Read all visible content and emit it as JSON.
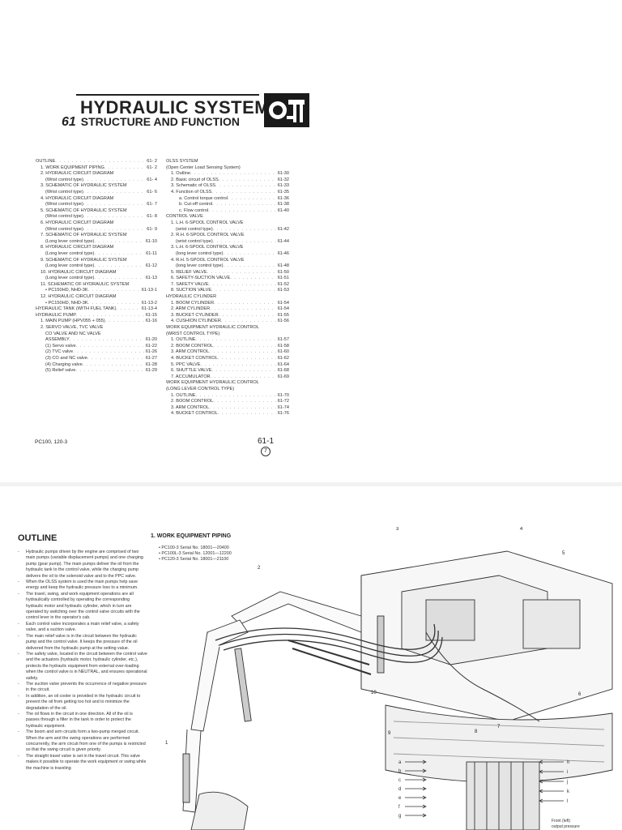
{
  "page1": {
    "title": "HYDRAULIC SYSTEM",
    "section_number": "61",
    "section_title": "STRUCTURE AND FUNCTION",
    "toc_left": [
      {
        "label": "OUTLINE",
        "page": "61- 2",
        "ind": 0
      },
      {
        "label": "1. WORK EQUIPMENT PIPING",
        "page": "61- 2",
        "ind": 1
      },
      {
        "label": "2. HYDRAULIC CIRCUIT DIAGRAM",
        "page": "",
        "ind": 1
      },
      {
        "label": "(Wrist control type)",
        "page": "61- 4",
        "ind": 2
      },
      {
        "label": "3. SCHEMATIC OF HYDRAULIC SYSTEM",
        "page": "",
        "ind": 1
      },
      {
        "label": "(Wrist control type)",
        "page": "61- 6",
        "ind": 2
      },
      {
        "label": "4. HYDRAULIC CIRCUIT DIAGRAM",
        "page": "",
        "ind": 1
      },
      {
        "label": "(Wrist control type)",
        "page": "61- 7",
        "ind": 2
      },
      {
        "label": "5. SCHEMATIC OF HYDRAULIC SYSTEM",
        "page": "",
        "ind": 1
      },
      {
        "label": "(Wrist control type)",
        "page": "61- 8",
        "ind": 2
      },
      {
        "label": "6. HYDRAULIC CIRCUIT DIAGRAM",
        "page": "",
        "ind": 1
      },
      {
        "label": "(Wrist control type)",
        "page": "61- 9",
        "ind": 2
      },
      {
        "label": "7. SCHEMATIC OF HYDRAULIC SYSTEM",
        "page": "",
        "ind": 1
      },
      {
        "label": "(Long lever control type)",
        "page": "61-10",
        "ind": 2
      },
      {
        "label": "8. HYDRAULIC CIRCUIT DIAGRAM",
        "page": "",
        "ind": 1
      },
      {
        "label": "(Long lever control type)",
        "page": "61-11",
        "ind": 2
      },
      {
        "label": "9. SCHEMATIC OF HYDRAULIC SYSTEM",
        "page": "",
        "ind": 1
      },
      {
        "label": "(Long lever control type)",
        "page": "61-12",
        "ind": 2
      },
      {
        "label": "10. HYDRAULIC CIRCUIT DIAGRAM",
        "page": "",
        "ind": 1
      },
      {
        "label": "(Long lever control type)",
        "page": "61-13",
        "ind": 2
      },
      {
        "label": "11. SCHEMATIC OF HYDRAULIC SYSTEM",
        "page": "",
        "ind": 1
      },
      {
        "label": "• PC150HD, NHD-3K",
        "page": "61-13-1",
        "ind": 2
      },
      {
        "label": "12. HYDRAULIC CIRCUIT DIAGRAM",
        "page": "",
        "ind": 1
      },
      {
        "label": "• PC150HD, NHD-3K",
        "page": "61-13-2",
        "ind": 2
      },
      {
        "label": "HYDRAULIC TANK (WITH FUEL TANK)",
        "page": "61-13-4",
        "ind": 0
      },
      {
        "label": "HYDRAULIC PUMP",
        "page": "61-15",
        "ind": 0
      },
      {
        "label": "1. MAIN PUMP (HPV055 + 055)",
        "page": "61-16",
        "ind": 1
      },
      {
        "label": "2. SERVO VALVE, TVC VALVE",
        "page": "",
        "ind": 1
      },
      {
        "label": "CO VALVE AND NC VALVE",
        "page": "",
        "ind": 2
      },
      {
        "label": "ASSEMBLY",
        "page": "61-20",
        "ind": 2
      },
      {
        "label": "(1) Servo valve",
        "page": "61-22",
        "ind": 2
      },
      {
        "label": "(2) TVC valve",
        "page": "61-26",
        "ind": 2
      },
      {
        "label": "(3) CO and NC valve",
        "page": "61-27",
        "ind": 2
      },
      {
        "label": "(4) Charging valve",
        "page": "61-28",
        "ind": 2
      },
      {
        "label": "(5) Relief valve",
        "page": "61-29",
        "ind": 2
      }
    ],
    "toc_right": [
      {
        "label": "OLSS SYSTEM",
        "page": "",
        "ind": 0
      },
      {
        "label": "(Open Center Load Sensing System)",
        "page": "",
        "ind": 0
      },
      {
        "label": "1. Outline",
        "page": "61-30",
        "ind": 1
      },
      {
        "label": "2. Basic circuit of OLSS",
        "page": "61-32",
        "ind": 1
      },
      {
        "label": "3. Schematic of OLSS",
        "page": "61-33",
        "ind": 1
      },
      {
        "label": "4. Function of OLSS",
        "page": "61-35",
        "ind": 1
      },
      {
        "label": "a. Control torque control",
        "page": "61-36",
        "ind": 3
      },
      {
        "label": "b. Cut-off control",
        "page": "61-38",
        "ind": 3
      },
      {
        "label": "c. Flow control",
        "page": "61-40",
        "ind": 3
      },
      {
        "label": "CONTROL VALVE",
        "page": "",
        "ind": 0
      },
      {
        "label": "1. L.H. 6-SPOOL CONTROL VALVE",
        "page": "",
        "ind": 1
      },
      {
        "label": "(wrist control type)",
        "page": "61-42",
        "ind": 2
      },
      {
        "label": "2. R.H. 6-SPOOL CONTROL VALVE",
        "page": "",
        "ind": 1
      },
      {
        "label": "(wrist control type)",
        "page": "61-44",
        "ind": 2
      },
      {
        "label": "3. L.H. 6-SPOOL CONTROL VALVE",
        "page": "",
        "ind": 1
      },
      {
        "label": "(long lever control type)",
        "page": "61-46",
        "ind": 2
      },
      {
        "label": "4. R.H. 5-SPOOL CONTROL VALVE",
        "page": "",
        "ind": 1
      },
      {
        "label": "(long lever control type)",
        "page": "61-48",
        "ind": 2
      },
      {
        "label": "5. RELIEF VALVE",
        "page": "61-50",
        "ind": 1
      },
      {
        "label": "6. SAFETY-SUCTION VALVE",
        "page": "61-51",
        "ind": 1
      },
      {
        "label": "7. SAFETY VALVE",
        "page": "61-52",
        "ind": 1
      },
      {
        "label": "8. SUCTION VALVE",
        "page": "61-53",
        "ind": 1
      },
      {
        "label": "HYDRAULIC CYLINDER",
        "page": "",
        "ind": 0
      },
      {
        "label": "1. BOOM CYLINDER",
        "page": "61-54",
        "ind": 1
      },
      {
        "label": "2. ARM CYLINDER",
        "page": "61-54",
        "ind": 1
      },
      {
        "label": "3. BUCKET CYLINDER",
        "page": "61-55",
        "ind": 1
      },
      {
        "label": "4. CUSHION CYLINDER",
        "page": "61-56",
        "ind": 1
      },
      {
        "label": "WORK EQUIPMENT HYDRAULIC CONTROL",
        "page": "",
        "ind": 0
      },
      {
        "label": "(WRIST CONTROL TYPE)",
        "page": "",
        "ind": 0
      },
      {
        "label": "1. OUTLINE",
        "page": "61-57",
        "ind": 1
      },
      {
        "label": "2. BOOM CONTROL",
        "page": "61-58",
        "ind": 1
      },
      {
        "label": "3. ARM CONTROL",
        "page": "61-60",
        "ind": 1
      },
      {
        "label": "4. BUCKET CONTROL",
        "page": "61-62",
        "ind": 1
      },
      {
        "label": "5. PPC VALVE",
        "page": "61-64",
        "ind": 1
      },
      {
        "label": "6. SHUTTLE VALVE",
        "page": "61-68",
        "ind": 1
      },
      {
        "label": "7. ACCUMULATOR",
        "page": "61-69",
        "ind": 1
      },
      {
        "label": "WORK EQUIPMENT HYDRAULIC CONTROL",
        "page": "",
        "ind": 0
      },
      {
        "label": "(LONG LEVER CONTROL TYPE)",
        "page": "",
        "ind": 0
      },
      {
        "label": "1. OUTLINE",
        "page": "61-70",
        "ind": 1
      },
      {
        "label": "2. BOOM CONTROL",
        "page": "61-72",
        "ind": 1
      },
      {
        "label": "3. ARM CONTROL",
        "page": "61-74",
        "ind": 1
      },
      {
        "label": "4. BUCKET CONTROL",
        "page": "61-76",
        "ind": 1
      }
    ],
    "footer_model": "PC100, 120-3",
    "footer_page": "61-1",
    "footer_rev": "7"
  },
  "page2": {
    "outline_heading": "OUTLINE",
    "bullets": [
      "Hydraulic pumps driven by the engine are comprised of two main pumps (variable displacement pumps) and one charging pump (gear pump). The main pumps deliver the oil from the hydraulic tank to the control valve, while the charging pump delivers the oil to the solenoid valve and to the PPC valve.",
      "When the OLSS system is used the main pumps help save energy and keep the hydraulic pressure loss to a minimum.",
      "The travel, swing, and work equipment operations are all hydraulically controlled by operating the corresponding hydraulic motor and hydraulic cylinder, which in turn are operated by switching over the control valve circuits with the control lever in the operator's cab.",
      "Each control valve incorporates a main relief valve, a safety valve, and a suction valve.",
      "The main relief valve is in the circuit between the hydraulic pump and the control valve. It keeps the pressure of the oil delivered from the hydraulic pump at the setting value.",
      "The safety valve, located in the circuit between the control valve and the actuators (hydraulic motor, hydraulic cylinder, etc.), protects the hydraulic equipment from external over-loading when the control valve is in NEUTRAL, and ensures operational safety.",
      "The suction valve prevents the occurrence of negative pressure in the circuit.",
      "In addition, an oil cooler is provided in the hydraulic circuit to prevent the oil from getting too hot and to minimize the degradation of the oil.",
      "The oil flows in the circuit in one direction. All of the oil is passes through a filter in the tank in order to protect the hydraulic equipment.",
      "The boom and arm circuits form a two-pump merged circuit. When the arm and the swing operations are performed concurrently, the arm circuit from one of the pumps is restricted so that the swing circuit is given priority.",
      "The straight travel valve is set in the travel circuit. This valve makes it possible to operate the work equipment or swing while the machine is traveling"
    ],
    "piping_heading": "1. WORK EQUIPMENT PIPING",
    "serials": [
      "• PC100-3   Serial No. 18001—20400",
      "• PC100L-3 Serial No. 12001—12200",
      "• PC120-3   Serial No. 18001—21100"
    ],
    "callouts": [
      "1",
      "2",
      "3",
      "4",
      "5",
      "6",
      "7",
      "8",
      "9",
      "10"
    ],
    "letters_left": [
      "a",
      "b",
      "c",
      "d",
      "e",
      "f",
      "g"
    ],
    "letters_right": [
      "h",
      "i",
      "j",
      "k",
      "l"
    ],
    "fig_note_1": "Front (left)",
    "fig_note_2": "output pressure"
  }
}
